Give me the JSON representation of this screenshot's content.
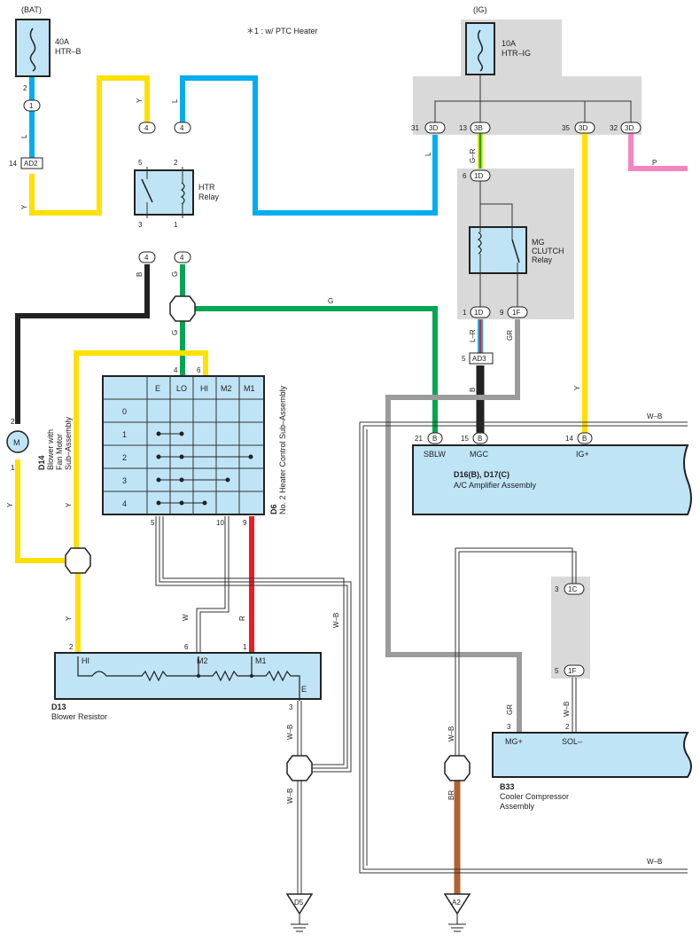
{
  "note": "＊1 : w/ PTC Heater",
  "power": {
    "bat": {
      "label": "(BAT)",
      "fuse": "40A",
      "name": "HTR–B"
    },
    "ig": {
      "label": "(IG)",
      "fuse": "10A",
      "name": "HTR–IG"
    }
  },
  "relays": {
    "htr": {
      "name": "HTR",
      "sub": "Relay",
      "pins": [
        "5",
        "2",
        "3",
        "1"
      ]
    },
    "mg": {
      "name": "MG",
      "sub1": "CLUTCH",
      "sub2": "Relay"
    }
  },
  "connectors": {
    "c1": "1",
    "ad2": "AD2",
    "ad2_pin": "14",
    "bat_pin": "2",
    "htr_in_a": "4",
    "htr_in_b": "4",
    "htr_out_a": "4",
    "htr_out_b": "4",
    "ig_3d_a": "3D",
    "ig_3b": "3B",
    "ig_3d_b": "3D",
    "ig_3d_c": "3D",
    "ig_pin_31": "31",
    "ig_pin_13": "13",
    "ig_pin_35": "35",
    "ig_pin_32": "32",
    "c1d_top": "1D",
    "c1d_top_pin": "6",
    "c1d_bot": "1D",
    "c1d_bot_pin": "1",
    "c1f": "1F",
    "c1f_pin": "9",
    "ad3": "AD3",
    "ad3_pin": "5",
    "amp_b1": "B",
    "amp_b1_pin": "21",
    "amp_b2": "B",
    "amp_b2_pin": "15",
    "amp_b3": "B",
    "amp_b3_pin": "14",
    "c1c": "1C",
    "c1c_pin": "3",
    "c1f2": "1F",
    "c1f2_pin": "5"
  },
  "wire_colors": {
    "L": "L",
    "Y": "Y",
    "B": "B",
    "G": "G",
    "GR": "G–R",
    "P": "P",
    "LR": "L–R",
    "GRY": "GR",
    "R": "R",
    "W": "W",
    "WB": "W–B",
    "BR": "BR"
  },
  "switch": {
    "id": "D6",
    "name": "No. 2 Heater Control Sub–Assembly",
    "columns": [
      "E",
      "LO",
      "HI",
      "M2",
      "M1"
    ],
    "rows": [
      "0",
      "1",
      "2",
      "3",
      "4"
    ],
    "top_pins": [
      "4",
      "6"
    ],
    "bottom_pins": [
      "5",
      "10",
      "9"
    ]
  },
  "motor": {
    "id": "D14",
    "line1": "Blower with",
    "line2": "Fan Motor",
    "line3": "Sub–Assembly",
    "symbol": "M",
    "pin_top": "2",
    "pin_bottom": "1"
  },
  "amplifier": {
    "id": "D16(B), D17(C)",
    "name": "A/C Amplifier Assembly",
    "terminals": [
      "SBLW",
      "MGC",
      "IG+"
    ]
  },
  "resistor": {
    "id": "D13",
    "name": "Blower Resistor",
    "terminals": [
      "HI",
      "M2",
      "M1",
      "E"
    ],
    "pins": [
      "2",
      "6",
      "1",
      "3"
    ]
  },
  "compressor": {
    "id": "B33",
    "name1": "Cooler Compressor",
    "name2": "Assembly",
    "terminals": [
      "MG+",
      "SOL–"
    ],
    "pins": [
      "3",
      "2"
    ]
  },
  "grounds": [
    "D5",
    "A2"
  ],
  "colors": {
    "yellow": "#ffe000",
    "blue": "#00adef",
    "black": "#222222",
    "green": "#00a651",
    "pink": "#f386c0",
    "gray": "#9b9b9b",
    "red": "#ed1c24",
    "brown": "#b0622f",
    "fill": "#bfe4f5"
  }
}
